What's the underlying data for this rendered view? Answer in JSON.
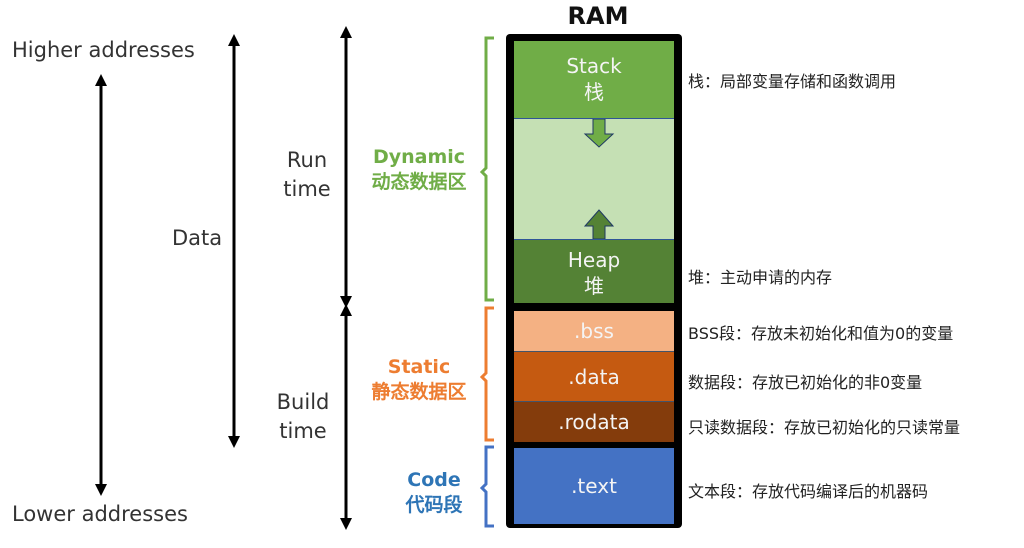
{
  "title": "RAM",
  "addresses": {
    "higher": "Higher addresses",
    "lower": "Lower addresses"
  },
  "axis_labels": {
    "data": "Data",
    "run_time": [
      "Run",
      "time"
    ],
    "build_time": [
      "Build",
      "time"
    ]
  },
  "regions": [
    {
      "name_en": "Dynamic",
      "name_zh": "动态数据区",
      "color": "#70ad47"
    },
    {
      "name_en": "Static",
      "name_zh": "静态数据区",
      "color": "#ed7d31"
    },
    {
      "name_en": "Code",
      "name_zh": "代码段",
      "color": "#2e75b6"
    }
  ],
  "segments": [
    {
      "label": "Stack",
      "label_zh": "栈",
      "color": "#70ad47",
      "desc": "栈：局部变量存储和函数调用"
    },
    {
      "label": "",
      "label_zh": "",
      "color": "#c5e0b4",
      "desc": ""
    },
    {
      "label": "Heap",
      "label_zh": "堆",
      "color": "#548235",
      "desc": "堆：主动申请的内存"
    },
    {
      "label": ".bss",
      "label_zh": "",
      "color": "#f4b183",
      "desc": "BSS段：存放未初始化和值为0的变量"
    },
    {
      "label": ".data",
      "label_zh": "",
      "color": "#c55a11",
      "desc": "数据段：存放已初始化的非0变量"
    },
    {
      "label": ".rodata",
      "label_zh": "",
      "color": "#843c0c",
      "desc": "只读数据段：存放已初始化的只读常量"
    },
    {
      "label": ".text",
      "label_zh": "",
      "color": "#4472c4",
      "desc": "文本段：存放代码编译后的机器码"
    }
  ]
}
